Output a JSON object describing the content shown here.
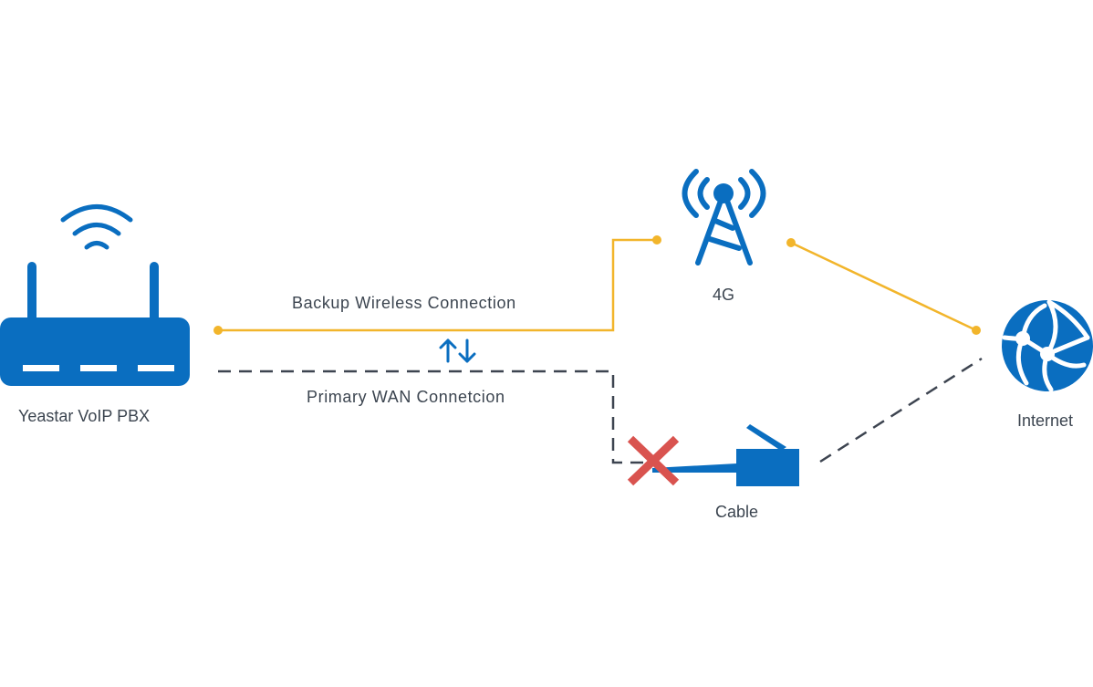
{
  "colors": {
    "icon_blue": "#0a6ec0",
    "backup_line": "#f2b52b",
    "primary_line": "#3d4450",
    "failure_x": "#d9534f",
    "text": "#3c4550"
  },
  "nodes": {
    "pbx": {
      "label": "Yeastar VoIP PBX",
      "icon": "wifi-router-icon"
    },
    "tower": {
      "label": "4G",
      "icon": "cell-tower-icon"
    },
    "internet": {
      "label": "Internet",
      "icon": "globe-icon"
    },
    "cable": {
      "label": "Cable",
      "icon": "ethernet-plug-icon"
    }
  },
  "connections": {
    "backup": {
      "label": "Backup Wireless Connection",
      "style": "solid"
    },
    "primary": {
      "label": "Primary WAN Connetcion",
      "style": "dashed",
      "status": "failed"
    },
    "failover_symbol": "↑↓"
  }
}
